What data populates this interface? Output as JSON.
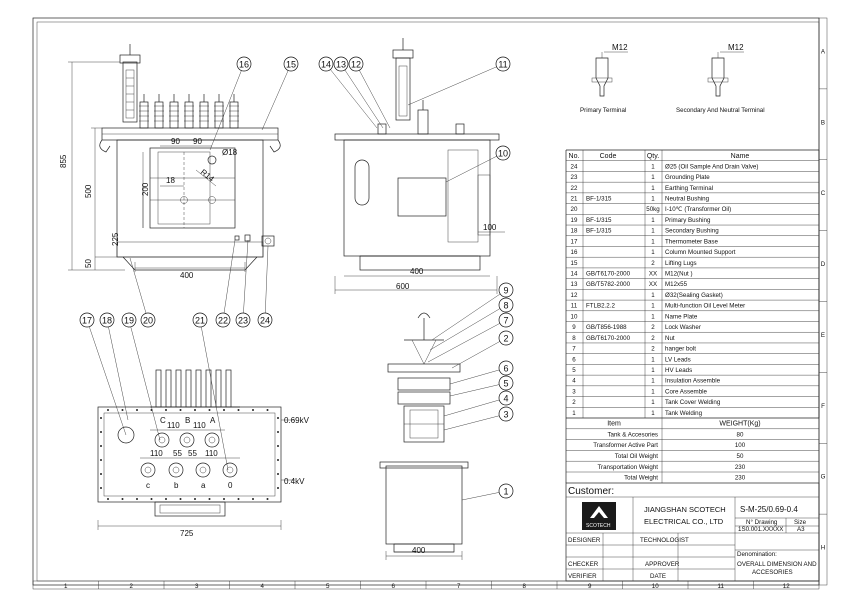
{
  "dimensions": {
    "front": {
      "h855": "855",
      "h500": "500",
      "h225": "225",
      "h50": "50",
      "w400": "400",
      "d90a": "90",
      "d90b": "90",
      "d18": "18",
      "d200": "200",
      "r14": "R14",
      "dia18": "Ø18"
    },
    "side": {
      "w400": "400",
      "w600": "600",
      "d100": "100"
    },
    "top": {
      "w725": "725",
      "v069": "0.69kV",
      "v04": "0.4kV",
      "a110": "110",
      "b110": "110",
      "c110": "110",
      "d55": "55",
      "e55": "55",
      "f110": "110",
      "hvC": "C",
      "hvB": "B",
      "hvA": "A",
      "lvc": "c",
      "lvb": "b",
      "lva": "a",
      "lv0": "0"
    },
    "exploded": {
      "w400": "400"
    }
  },
  "balloons": {
    "front": [
      "16",
      "15",
      "20",
      "22",
      "23",
      "24"
    ],
    "side": [
      "14",
      "13",
      "12",
      "11",
      "10"
    ],
    "top": [
      "17",
      "18",
      "19",
      "21"
    ],
    "exploded": [
      "9",
      "8",
      "7",
      "2",
      "6",
      "5",
      "4",
      "3",
      "1"
    ]
  },
  "terminals": {
    "m12a": "M12",
    "m12b": "M12",
    "primary": "Primary Terminal",
    "secondary": "Secondary And Neutral Terminal"
  },
  "bom": {
    "headers": [
      "No.",
      "Code",
      "Qty.",
      "Name"
    ],
    "rows": [
      [
        "24",
        "",
        "1",
        "Ø25 (Oil Sample And Drain Valve)"
      ],
      [
        "23",
        "",
        "1",
        "Grounding Plate"
      ],
      [
        "22",
        "",
        "1",
        "Earthing Terminal"
      ],
      [
        "21",
        "BF-1/315",
        "1",
        "Neutral Bushing"
      ],
      [
        "20",
        "",
        "50kg",
        "I-10℃ (Transformer Oil)"
      ],
      [
        "19",
        "BF-1/315",
        "1",
        "Primary Bushing"
      ],
      [
        "18",
        "BF-1/315",
        "1",
        "Secondary Bushing"
      ],
      [
        "17",
        "",
        "1",
        "Thermometer Base"
      ],
      [
        "16",
        "",
        "1",
        "Column Mounted Support"
      ],
      [
        "15",
        "",
        "2",
        "Lifting Lugs"
      ],
      [
        "14",
        "GB/T6170-2000",
        "XX",
        "M12(Nut )"
      ],
      [
        "13",
        "GB/T5782-2000",
        "XX",
        "M12x55"
      ],
      [
        "12",
        "",
        "1",
        "Ø32(Sealing Gasket)"
      ],
      [
        "11",
        "FTLB2.2.2",
        "1",
        "Multi-function Oil Level Meter"
      ],
      [
        "10",
        "",
        "1",
        "Name Plate"
      ],
      [
        "9",
        "GB/T856-1988",
        "2",
        "Lock Washer"
      ],
      [
        "8",
        "GB/T6170-2000",
        "2",
        "Nut"
      ],
      [
        "7",
        "",
        "2",
        "hanger bolt"
      ],
      [
        "6",
        "",
        "1",
        "LV Leads"
      ],
      [
        "5",
        "",
        "1",
        "HV Leads"
      ],
      [
        "4",
        "",
        "1",
        "Insulation Assemble"
      ],
      [
        "3",
        "",
        "1",
        "Core Assemble"
      ],
      [
        "2",
        "",
        "1",
        "Tank Cover Welding"
      ],
      [
        "1",
        "",
        "1",
        "Tank Welding"
      ]
    ]
  },
  "weights": {
    "headers": [
      "Item",
      "WEIGHT(Kg)"
    ],
    "rows": [
      [
        "Tank & Accesories",
        "80"
      ],
      [
        "Transformer Active Part",
        "100"
      ],
      [
        "Total Oil Weight",
        "50"
      ],
      [
        "Transportation Weight",
        "230"
      ],
      [
        "Total Weight",
        "230"
      ]
    ]
  },
  "title_block": {
    "customer_label": "Customer:",
    "company_line1": "JIANGSHAN SCOTECH",
    "company_line2": "ELECTRICAL CO., LTD",
    "model": "S-M-25/0.69-0.4",
    "logo_text": "SCOTECH",
    "drawing_no_label": "N° Drawing",
    "size_label": "Size",
    "drawing_no": "1S0.001.XXXXX",
    "size": "A3",
    "designer": "DESIGNER",
    "technologist": "TECHNOLOGIST",
    "checker": "CHECKER",
    "approver": "APPROVER",
    "verifier": "VERIFIER",
    "date": "DATE",
    "denomination_label": "Denomination:",
    "denomination_line1": "OVERALL DIMENSION AND",
    "denomination_line2": "ACCESORIES"
  },
  "frame": {
    "cols": [
      "1",
      "2",
      "3",
      "4",
      "5",
      "6",
      "7",
      "8",
      "9",
      "10",
      "11",
      "12"
    ],
    "rows": [
      "A",
      "B",
      "C",
      "D",
      "E",
      "F",
      "G",
      "H"
    ]
  }
}
